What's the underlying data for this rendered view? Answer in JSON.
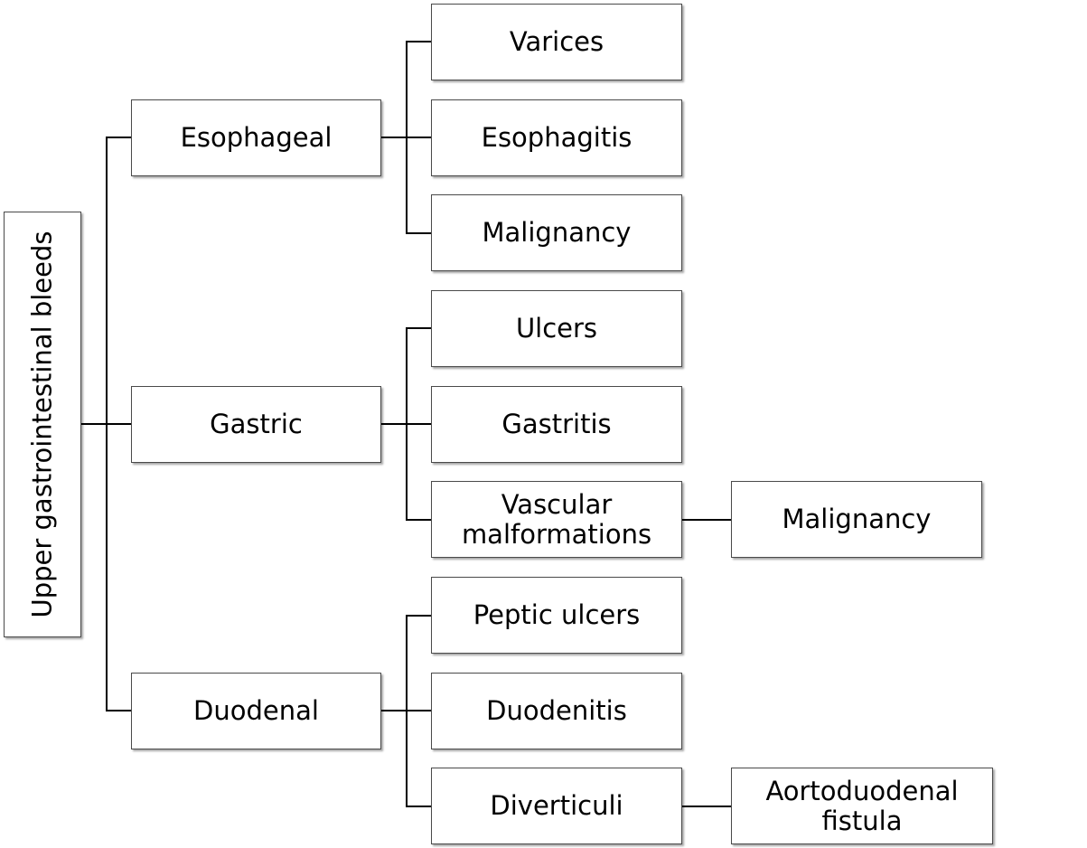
{
  "diagram": {
    "root": {
      "label": "Upper gastrointestinal bleeds"
    },
    "categories": [
      {
        "label": "Esophageal",
        "causes": [
          {
            "label": "Varices"
          },
          {
            "label": "Esophagitis"
          },
          {
            "label": "Malignancy"
          }
        ]
      },
      {
        "label": "Gastric",
        "causes": [
          {
            "label": "Ulcers"
          },
          {
            "label": "Gastritis"
          },
          {
            "label": "Vascular\nmalformations",
            "extra": {
              "label": "Malignancy"
            }
          }
        ]
      },
      {
        "label": "Duodenal",
        "causes": [
          {
            "label": "Peptic ulcers"
          },
          {
            "label": "Duodenitis"
          },
          {
            "label": "Diverticuli",
            "extra": {
              "label": "Aortoduodenal fistula"
            }
          }
        ]
      }
    ]
  }
}
